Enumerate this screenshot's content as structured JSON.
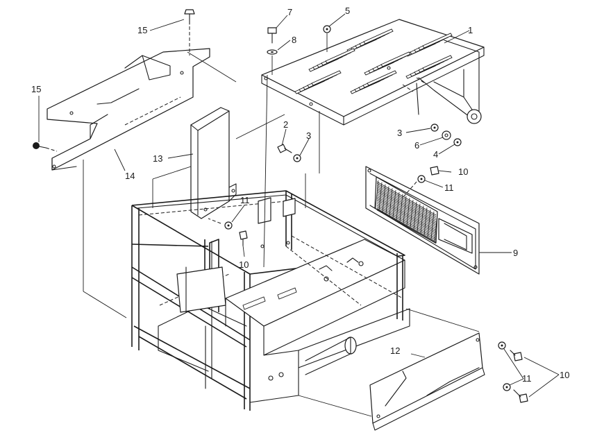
{
  "diagram": {
    "callouts": [
      {
        "id": "c1",
        "label": "1"
      },
      {
        "id": "c2",
        "label": "2"
      },
      {
        "id": "c3a",
        "label": "3"
      },
      {
        "id": "c3b",
        "label": "3"
      },
      {
        "id": "c4",
        "label": "4"
      },
      {
        "id": "c5",
        "label": "5"
      },
      {
        "id": "c6",
        "label": "6"
      },
      {
        "id": "c7",
        "label": "7"
      },
      {
        "id": "c8",
        "label": "8"
      },
      {
        "id": "c9",
        "label": "9"
      },
      {
        "id": "c10a",
        "label": "10"
      },
      {
        "id": "c10b",
        "label": "10"
      },
      {
        "id": "c10c",
        "label": "10"
      },
      {
        "id": "c11a",
        "label": "11"
      },
      {
        "id": "c11b",
        "label": "11"
      },
      {
        "id": "c11c",
        "label": "11"
      },
      {
        "id": "c12",
        "label": "12"
      },
      {
        "id": "c13",
        "label": "13"
      },
      {
        "id": "c14",
        "label": "14"
      },
      {
        "id": "c15a",
        "label": "15"
      },
      {
        "id": "c15b",
        "label": "15"
      }
    ]
  }
}
